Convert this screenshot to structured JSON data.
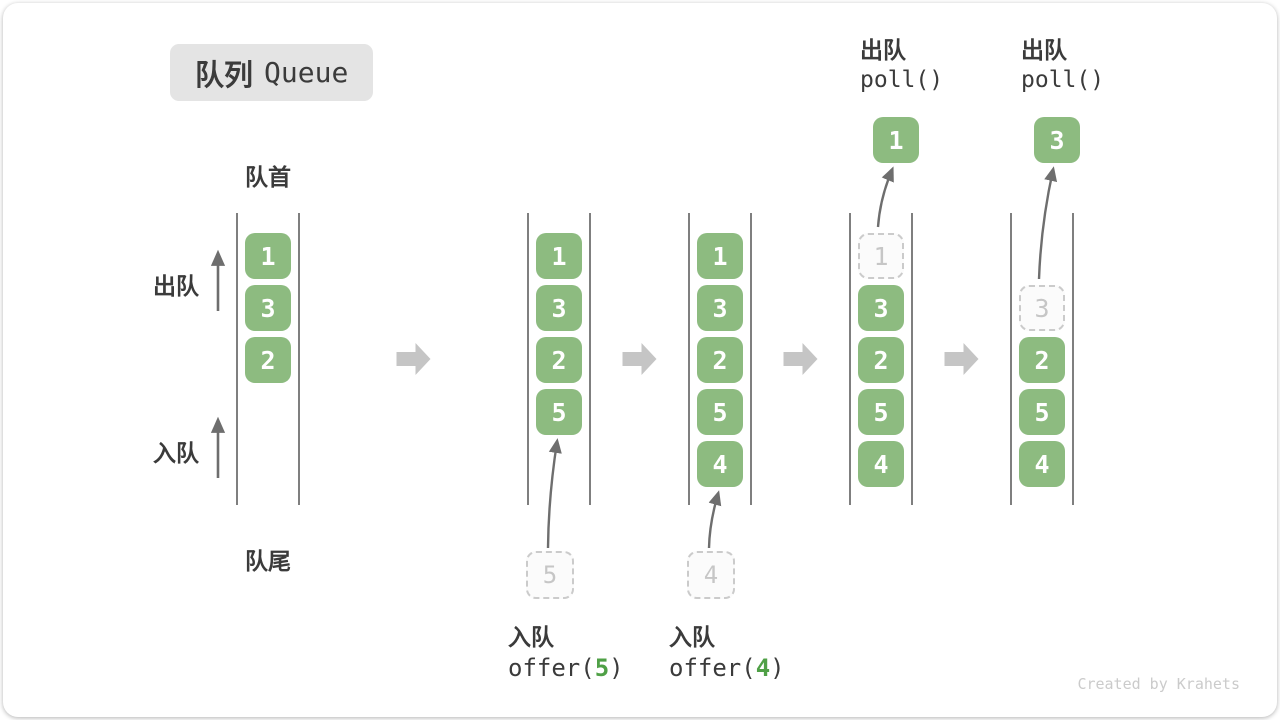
{
  "title": {
    "zh": "队列",
    "en": "Queue"
  },
  "side_labels": {
    "front": "队首",
    "rear": "队尾",
    "dequeue": "出队",
    "enqueue": "入队"
  },
  "watermark": "Created by Krahets",
  "colors": {
    "text_dark": "#3b3b3b",
    "cell_green": "#8DBB80",
    "code_green": "#4FA046",
    "dash_border": "#cbcbcb",
    "dash_text": "#c6c6c6",
    "wall_line": "#5f5f5f",
    "thin_arrow": "#6e6e6e",
    "flow_arrow": "#c5c5c5",
    "watermark_gray": "#cbcbcb",
    "title_bg": "#e4e4e4"
  },
  "queues": [
    {
      "cells": [
        {
          "value": "1"
        },
        {
          "value": "3"
        },
        {
          "value": "2"
        }
      ]
    },
    {
      "cells": [
        {
          "value": "1"
        },
        {
          "value": "3"
        },
        {
          "value": "2"
        },
        {
          "value": "5"
        }
      ],
      "incoming": {
        "value": "5"
      },
      "caption": {
        "label": "入队",
        "code_pre": "offer(",
        "code_value": "5",
        "code_post": ")"
      }
    },
    {
      "cells": [
        {
          "value": "1"
        },
        {
          "value": "3"
        },
        {
          "value": "2"
        },
        {
          "value": "5"
        },
        {
          "value": "4"
        }
      ],
      "incoming": {
        "value": "4"
      },
      "caption": {
        "label": "入队",
        "code_pre": "offer(",
        "code_value": "4",
        "code_post": ")"
      }
    },
    {
      "cells": [
        {
          "value": "1",
          "state": "dashed"
        },
        {
          "value": "3"
        },
        {
          "value": "2"
        },
        {
          "value": "5"
        },
        {
          "value": "4"
        }
      ],
      "outgoing": {
        "value": "1"
      },
      "header": {
        "label": "出队",
        "code": "poll()"
      }
    },
    {
      "cells": [
        {
          "state": "empty"
        },
        {
          "value": "3",
          "state": "dashed"
        },
        {
          "value": "2"
        },
        {
          "value": "5"
        },
        {
          "value": "4"
        }
      ],
      "outgoing": {
        "value": "3"
      },
      "header": {
        "label": "出队",
        "code": "poll()"
      }
    }
  ]
}
